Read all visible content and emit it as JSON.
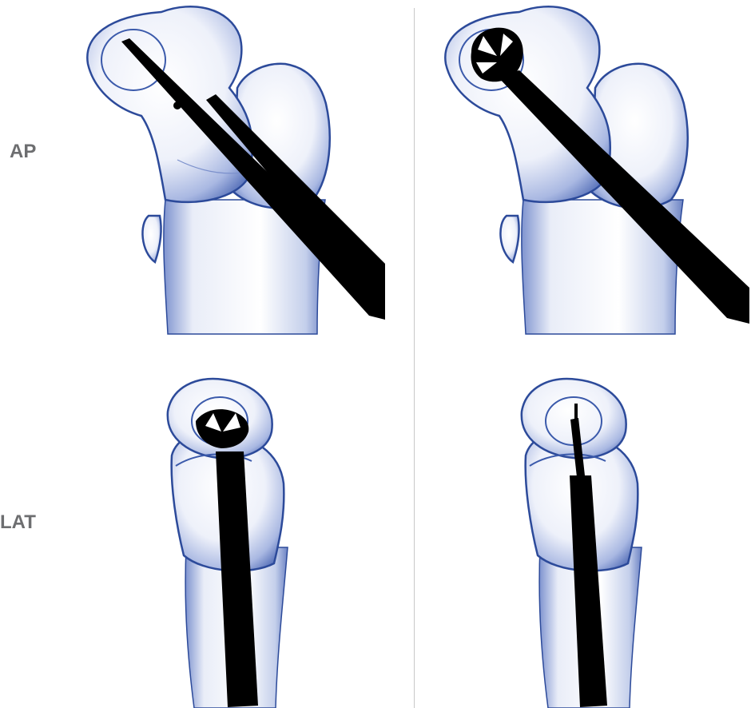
{
  "labels": {
    "ap": "AP",
    "lat": "LAT"
  },
  "colors": {
    "bone_stroke": "#2c4a9a",
    "bone_fill_light": "#ffffff",
    "bone_fill_dark": "#6f86c6",
    "instrument": "#000000",
    "label_text": "#6d6e70",
    "divider": "#c8c8c8"
  },
  "panels": [
    {
      "view": "AP",
      "instrument": "guide-pin"
    },
    {
      "view": "AP",
      "instrument": "expanded-reamer"
    },
    {
      "view": "LAT",
      "instrument": "expanded-reamer"
    },
    {
      "view": "LAT",
      "instrument": "guide-pin"
    }
  ]
}
